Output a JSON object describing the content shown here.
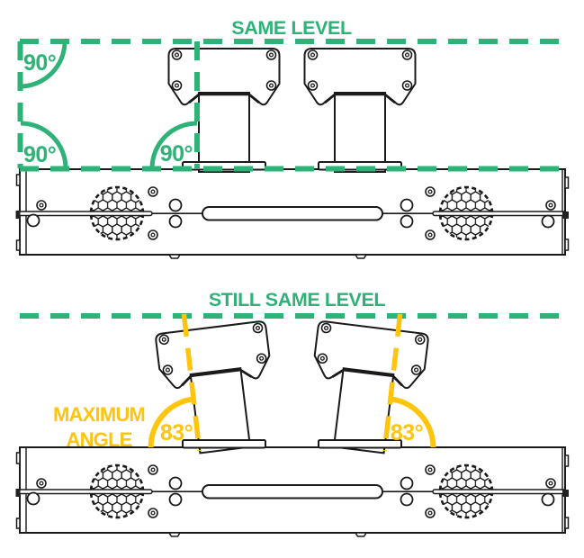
{
  "colors": {
    "green": "#2FB277",
    "yellow": "#FFC40D",
    "ink": "#1A1A1A"
  },
  "top_panel": {
    "title": "SAME LEVEL",
    "angle_top_left": "90°",
    "angle_bottom_left": "90°",
    "angle_bracket": "90°"
  },
  "bottom_panel": {
    "title": "STILL SAME LEVEL",
    "max_angle_line1": "MAXIMUM",
    "max_angle_line2": "ANGLE",
    "angle_left": "83°",
    "angle_right": "83°"
  }
}
